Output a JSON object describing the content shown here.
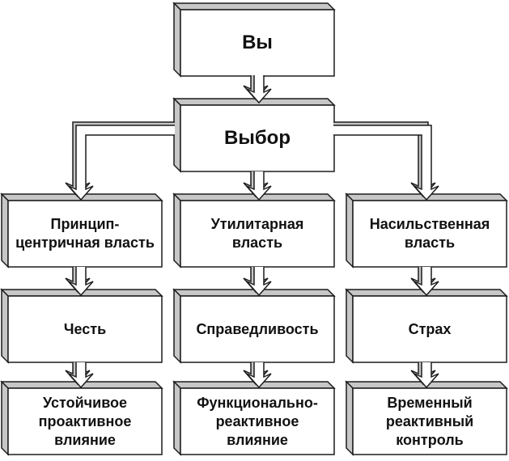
{
  "diagram": {
    "type": "flowchart",
    "language": "ru",
    "nodes": {
      "you": {
        "label": "Вы"
      },
      "choice": {
        "label": "Выбор"
      },
      "principle_power": {
        "label": "Принцип-\nцентричная власть"
      },
      "utilitarian_power": {
        "label": "Утилитарная\nвласть"
      },
      "coercive_power": {
        "label": "Насильственная\nвласть"
      },
      "honor": {
        "label": "Честь"
      },
      "justice": {
        "label": "Справедливость"
      },
      "fear": {
        "label": "Страх"
      },
      "proactive_influence": {
        "label": "Устойчивое\nпроактивное\nвлияние"
      },
      "functional_influence": {
        "label": "Функционально-\nреактивное\nвлияние"
      },
      "temporary_control": {
        "label": "Временный\nреактивный\nконтроль"
      }
    },
    "edges": [
      {
        "from": "you",
        "to": "choice"
      },
      {
        "from": "choice",
        "to": "principle_power"
      },
      {
        "from": "choice",
        "to": "utilitarian_power"
      },
      {
        "from": "choice",
        "to": "coercive_power"
      },
      {
        "from": "principle_power",
        "to": "honor"
      },
      {
        "from": "utilitarian_power",
        "to": "justice"
      },
      {
        "from": "coercive_power",
        "to": "fear"
      },
      {
        "from": "honor",
        "to": "proactive_influence"
      },
      {
        "from": "justice",
        "to": "functional_influence"
      },
      {
        "from": "fear",
        "to": "temporary_control"
      }
    ]
  },
  "colors": {
    "background": "#ffffff",
    "box_face": "#ffffff",
    "bevel": "#c7c7c7",
    "outline": "#1c1c1c",
    "text": "#111111"
  }
}
